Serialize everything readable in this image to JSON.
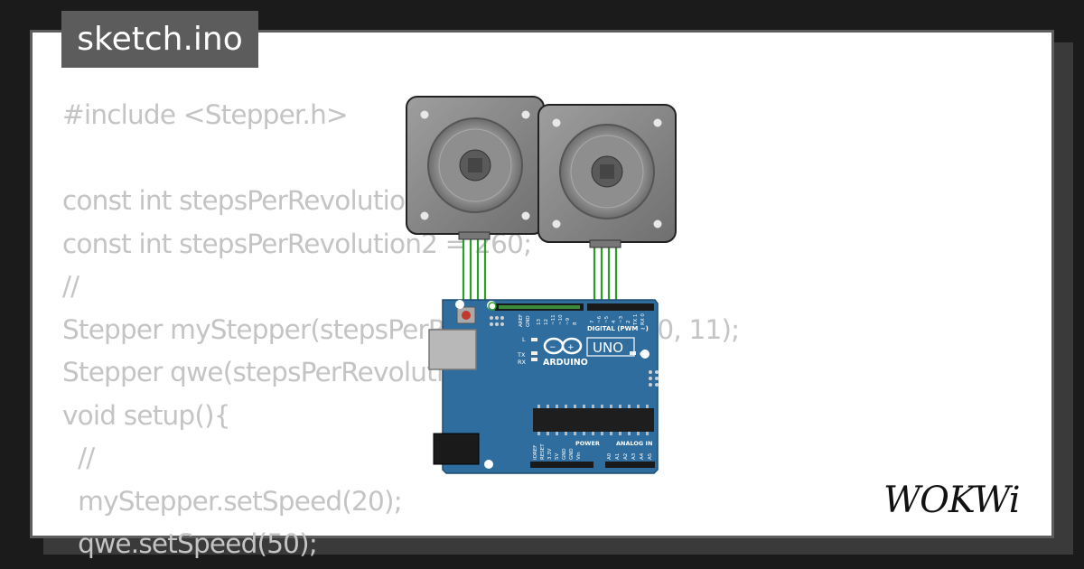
{
  "file_tab": {
    "label": "sketch.ino"
  },
  "code_lines": [
    "#include <Stepper.h>",
    "",
    "const int stepsPerRevolution = 200;",
    "const int stepsPerRevolution2 = 260;",
    "//",
    "Stepper myStepper(stepsPerRevolution, 8, 9, 10, 11);",
    "Stepper qwe(stepsPerRevolution2, 2, 3, 4, 5);",
    "void setup(){",
    "  //",
    "  mySteppe​r.setSpeed(20);",
    "  qwe.setSpeed(50);"
  ],
  "board": {
    "name": "ARDUINO",
    "model": "UNO",
    "digital_label": "DIGITAL (PWM ~)",
    "power_label": "POWER",
    "analog_label": "ANALOG IN",
    "tx_label": "TX",
    "rx_label": "RX",
    "l_label": "L",
    "on_label": "ON",
    "aref_label": "AREF",
    "gnd_label": "GND",
    "digital_pins": [
      "13",
      "12",
      "~11",
      "~10",
      "~9",
      "8",
      "7",
      "~6",
      "~5",
      "4",
      "~3",
      "2",
      "TX 1",
      "RX 0"
    ],
    "power_pins": [
      "IOREF",
      "RESET",
      "3.3V",
      "5V",
      "GND",
      "GND",
      "Vin"
    ],
    "analog_pins": [
      "A0",
      "A1",
      "A2",
      "A3",
      "A4",
      "A5"
    ]
  },
  "brand": {
    "text": "WOKWi"
  },
  "colors": {
    "background": "#1b1b1b",
    "card": "#ffffff",
    "code_text": "#c4c4c4",
    "board_blue": "#2e6d9e",
    "wire_green": "#2a9d2a",
    "motor_gray": "#8c8c8c"
  }
}
